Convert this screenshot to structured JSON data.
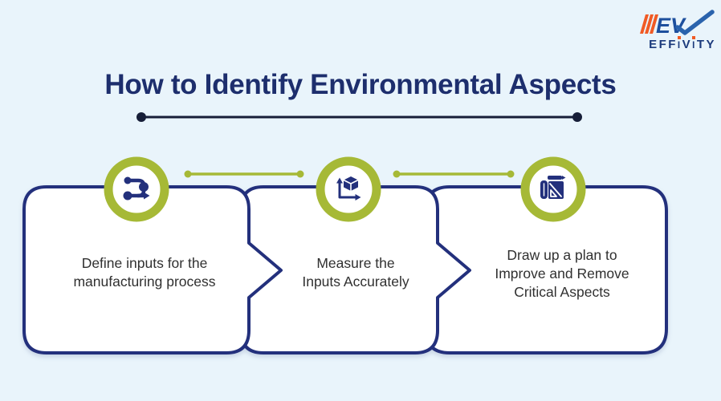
{
  "header": {
    "title": "How to Identify Environmental Aspects",
    "logo": {
      "mark": "EV",
      "word_parts": {
        "p1": "EFF",
        "i1": "I",
        "p2": "V",
        "i2": "I",
        "p3": "TY"
      }
    }
  },
  "steps": [
    {
      "icon": "flow-nodes-icon",
      "lines": [
        "Define inputs for the",
        "manufacturing process"
      ]
    },
    {
      "icon": "measure-cube-icon",
      "lines": [
        "Measure the",
        "Inputs Accurately"
      ]
    },
    {
      "icon": "plan-drafting-icon",
      "lines": [
        "Draw up a plan to",
        "Improve and Remove",
        "Critical Aspects"
      ]
    }
  ],
  "colors": {
    "background": "#e9f4fb",
    "navy_border": "#23307c",
    "title_navy": "#1d2e6d",
    "accent_green": "#a6b936",
    "underline_dark": "#171e38",
    "body_text": "#303030",
    "logo_blue": "#1d4f9d",
    "logo_check_blue": "#2a63ad",
    "logo_orange": "#f15a24",
    "logo_word_navy": "#1b3a7c"
  }
}
